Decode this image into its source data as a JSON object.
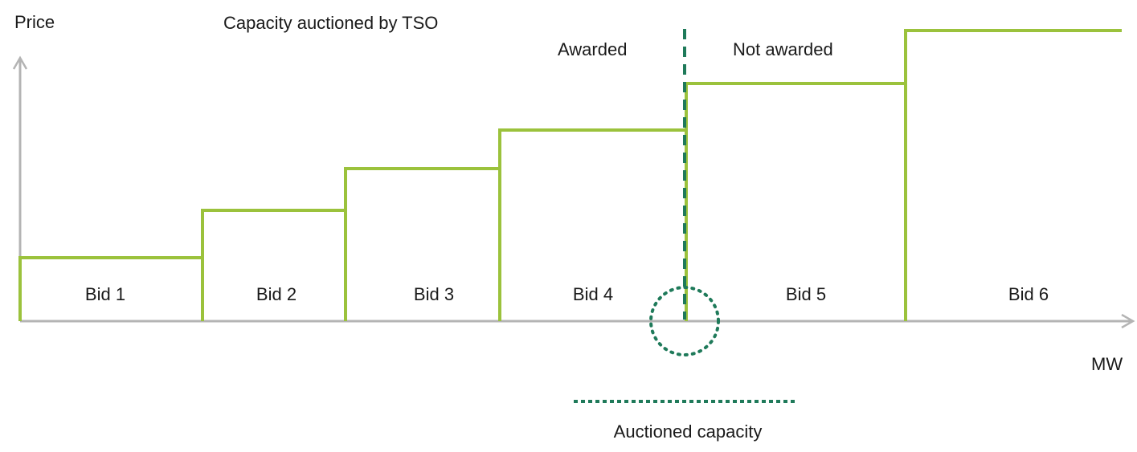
{
  "labels": {
    "y_axis": "Price",
    "x_axis": "MW",
    "capacity_title": "Capacity auctioned by TSO",
    "awarded": "Awarded",
    "not_awarded": "Not awarded",
    "auctioned_capacity": "Auctioned capacity"
  },
  "colors": {
    "step_line": "#9bc23c",
    "cutoff_line": "#1f7a5a",
    "axis": "#b4b4b4"
  },
  "bids": [
    {
      "label": "Bid 1"
    },
    {
      "label": "Bid 2"
    },
    {
      "label": "Bid 3"
    },
    {
      "label": "Bid 4"
    },
    {
      "label": "Bid 5"
    },
    {
      "label": "Bid 6"
    }
  ]
}
